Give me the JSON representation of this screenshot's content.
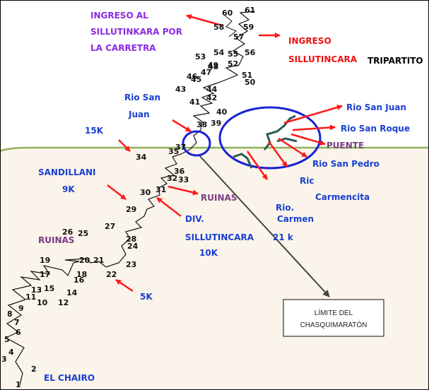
{
  "colors": {
    "lower_fill": "#fbf4ea",
    "boundary_line": "#8fb25b",
    "label_purple": "#8b2be2",
    "label_blue": "#1a3fd1",
    "label_red": "#ee1111",
    "label_plum": "#7a3b86",
    "label_black": "#000000",
    "arrow_red": "#ff1a1a",
    "circle_blue": "#1722d6",
    "river_dark": "#2e5a55",
    "route": "#111111",
    "leader_line": "#444444"
  },
  "labels": {
    "ingreso_al": "INGRESO AL",
    "sillutinkara_por": "SILLUTINKARA POR",
    "la_carretra": "LA CARRETRA",
    "ingreso": "INGRESO",
    "sillutincara": "SILLUTINCARA",
    "tripartito": "TRIPARTITO",
    "rio_san_1": "Rio San",
    "rio_san_2": "Juan",
    "k15": "15K",
    "sandillani": "SANDILLANI",
    "k9": "9K",
    "ruinas_top": "RUINAS",
    "ruinas_left": "RUINAS",
    "div": "DIV.",
    "div_sillutincara": "SILLUTINCARA",
    "k10": "10K",
    "k5": "5K",
    "el_chairo": "EL CHAIRO",
    "rio_san_juan": "Rio San Juan",
    "rio_san_roque": "Rio San Roque",
    "puente": "PUENTE",
    "rio_san_pedro": "Rio San Pedro",
    "rio_carmencita_1": "Ric",
    "rio_carmencita_2": "Carmencita",
    "rio_carmen_1": "Rio.",
    "rio_carmen_2": "Carmen",
    "k21": "21 k",
    "box_line1": "LÍMITE DEL",
    "box_line2": "CHASQUIMARATÓN"
  },
  "markers": [
    "1",
    "2",
    "3",
    "4",
    "5",
    "6",
    "7",
    "8",
    "9",
    "10",
    "11",
    "12",
    "13",
    "14",
    "15",
    "16",
    "17",
    "18",
    "19",
    "20",
    "21",
    "22",
    "23",
    "24",
    "25",
    "26",
    "27",
    "28",
    "29",
    "30",
    "31",
    "32",
    "33",
    "34",
    "35",
    "36",
    "37",
    "38",
    "39",
    "40",
    "41",
    "42",
    "43",
    "44",
    "45",
    "46",
    "47",
    "48",
    "49",
    "50",
    "51",
    "52",
    "53",
    "54",
    "55",
    "56",
    "57",
    "58",
    "59",
    "60",
    "61"
  ]
}
